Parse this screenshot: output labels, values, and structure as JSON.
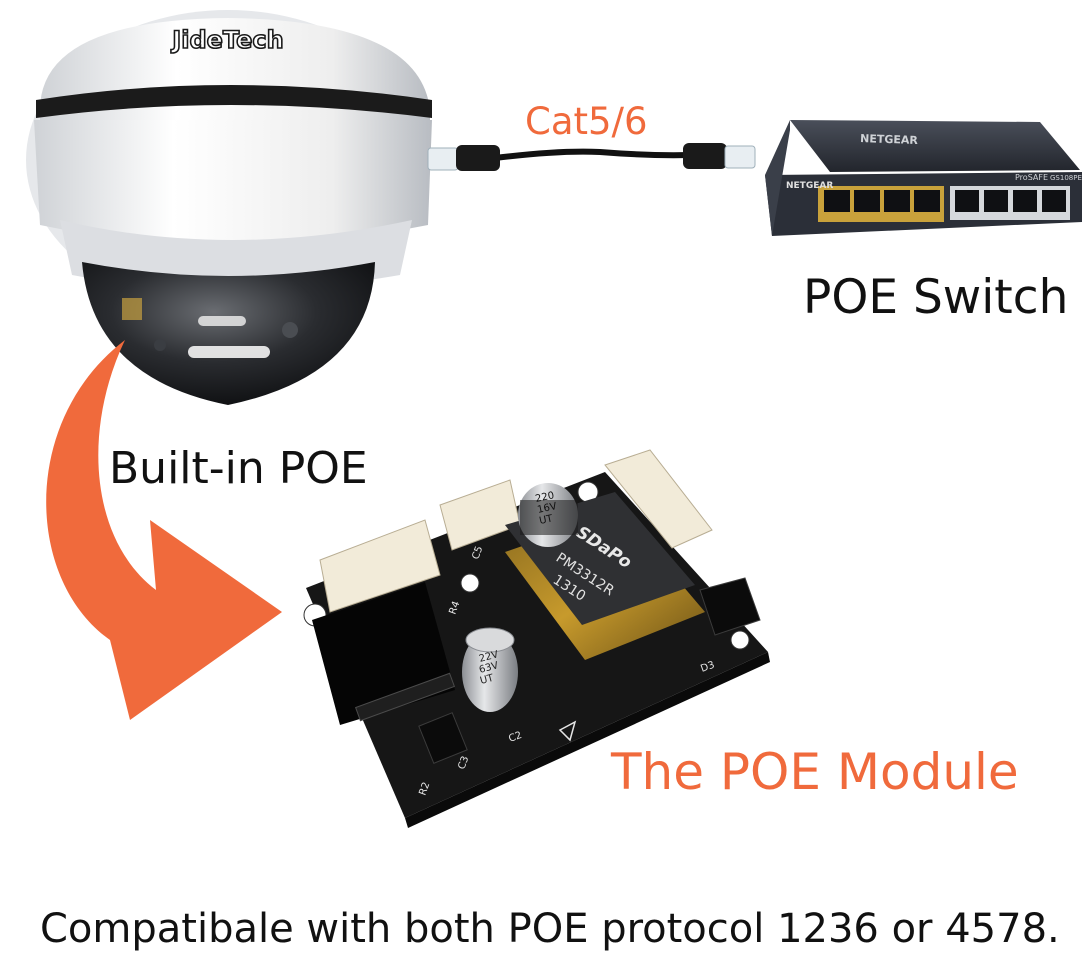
{
  "labels": {
    "cable": "Cat5/6",
    "switch": "POE Switch",
    "builtin": "Built-in POE",
    "module": "The POE Module",
    "footer": "Compatibale with both POE protocol 1236 or 4578."
  },
  "branding": {
    "camera_logo": "JideTech",
    "switch_brand": "NETGEAR",
    "switch_series": "ProSAFE",
    "switch_model": "GS108PE",
    "transformer_brand": "SDaPo",
    "transformer_part": "PM3312R",
    "transformer_code": "1310",
    "cap_large": [
      "220",
      "16V",
      "UT"
    ],
    "cap_small": [
      "22V",
      "63V",
      "UT"
    ],
    "silkscreen": [
      "C5",
      "R4",
      "D3",
      "C2",
      "C3",
      "R2"
    ]
  },
  "colors": {
    "accent": "#f06a3c",
    "text": "#111111",
    "pcb": "#161616",
    "switch_body": "#2b2f38",
    "port_gold": "#c9a23b",
    "camera_white": "#f0f0f0"
  }
}
